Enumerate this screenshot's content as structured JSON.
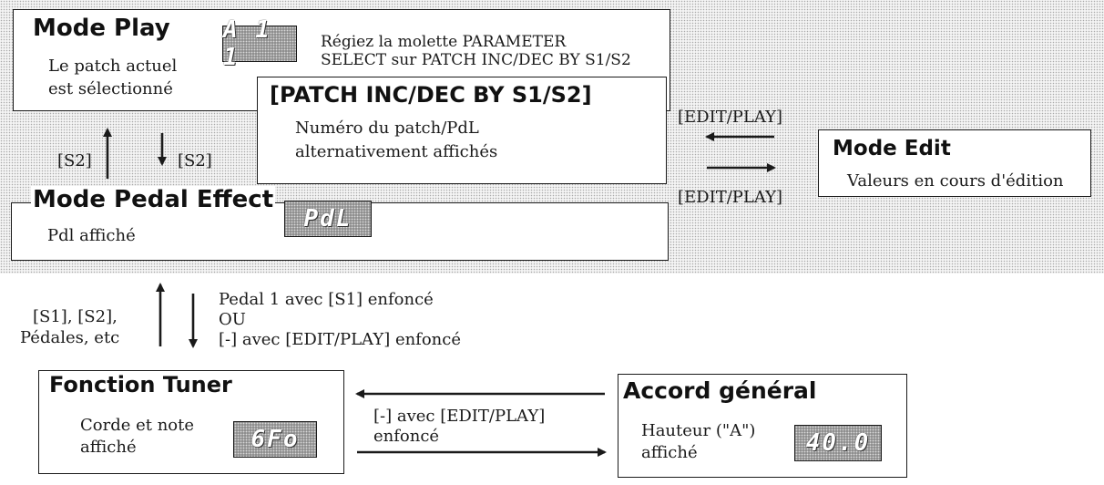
{
  "mode_play": {
    "title": "Mode Play",
    "line1": "Le patch actuel",
    "line2": "est sélectionné",
    "display": "A 1 1",
    "instr1": "Régiez la molette PARAMETER",
    "instr2": "SELECT sur PATCH INC/DEC BY S1/S2"
  },
  "patch_inc": {
    "title": "[PATCH INC/DEC BY S1/S2]",
    "line1": "Numéro du patch/PdL",
    "line2": "alternativement affichés"
  },
  "mode_edit": {
    "title": "Mode Edit",
    "line1": "Valeurs en cours d'édition",
    "arrow_top_label": "[EDIT/PLAY]",
    "arrow_bottom_label": "[EDIT/PLAY]"
  },
  "s2_arrows": {
    "left_label": "[S2]",
    "right_label": "[S2]"
  },
  "pedal_effect": {
    "title": "Mode Pedal Effect",
    "line1": "Pdl affiché",
    "display": "PdL"
  },
  "pedal_transition": {
    "left1": "[S1], [S2],",
    "left2": "Pédales, etc",
    "right1": "Pedal 1 avec [S1] enfoncé",
    "right2": "OU",
    "right3": "[-] avec [EDIT/PLAY] enfoncé"
  },
  "tuner": {
    "title": "Fonction Tuner",
    "line1": "Corde et note",
    "line2": "affiché",
    "display": "6Fo"
  },
  "tuner_transition": {
    "line1": "[-] avec [EDIT/PLAY]",
    "line2": "enfoncé"
  },
  "accord": {
    "title": "Accord général",
    "line1": "Hauteur (\"A\")",
    "line2": "affiché",
    "display": "40.0"
  }
}
